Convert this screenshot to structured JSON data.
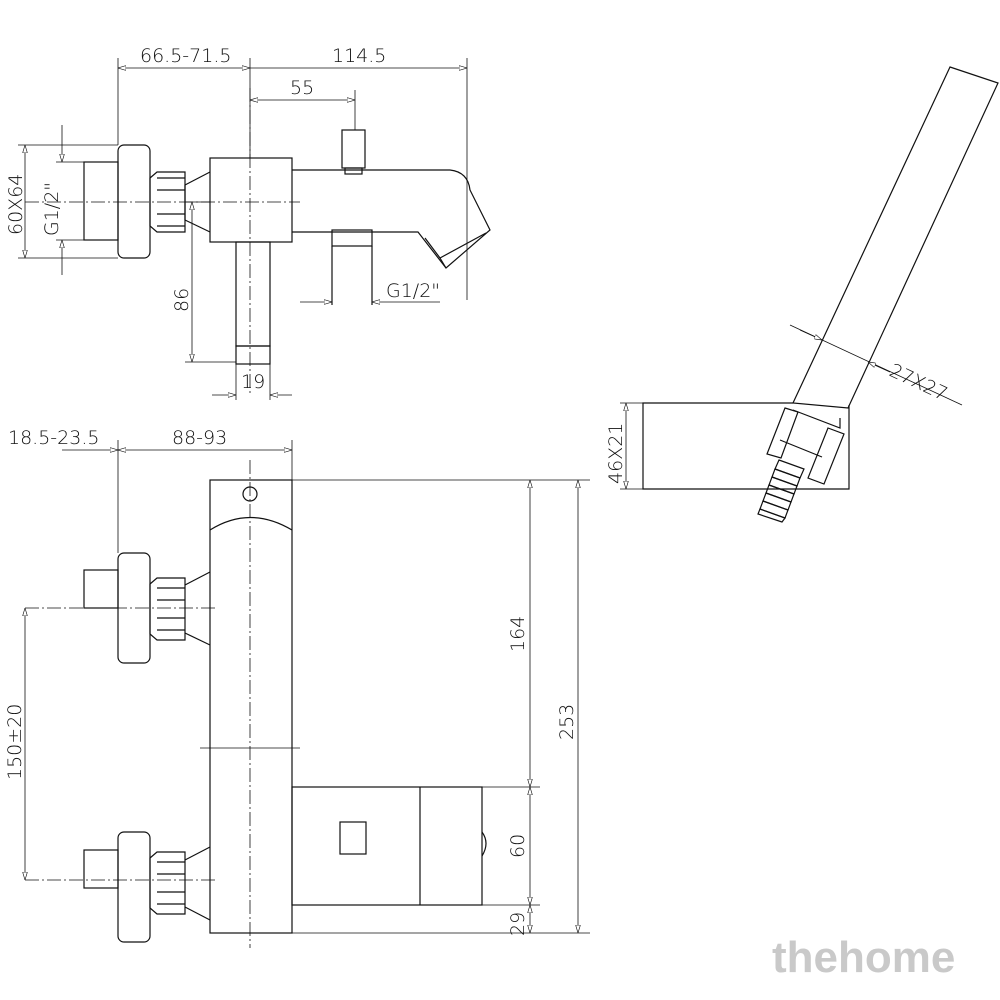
{
  "top_view": {
    "dim_inlet_offset": "66.5-71.5",
    "dim_spout_length": "114.5",
    "dim_diverter_offset": "55",
    "dim_flange_size": "60X64",
    "dim_inlet_thread": "G1/2\"",
    "dim_stem_height": "86",
    "dim_outlet_thread": "G1/2\"",
    "dim_stem_width": "19"
  },
  "front_view": {
    "dim_wall_offset": "18.5-23.5",
    "dim_body_offset": "88-93",
    "dim_upper_height": "164",
    "dim_total_height": "253",
    "dim_inlet_spacing": "150±20",
    "dim_box_height": "60",
    "dim_box_bottom": "29"
  },
  "hand_shower": {
    "dim_handle_section": "27X27",
    "dim_holder_size": "46X21"
  },
  "watermark": "thehome"
}
